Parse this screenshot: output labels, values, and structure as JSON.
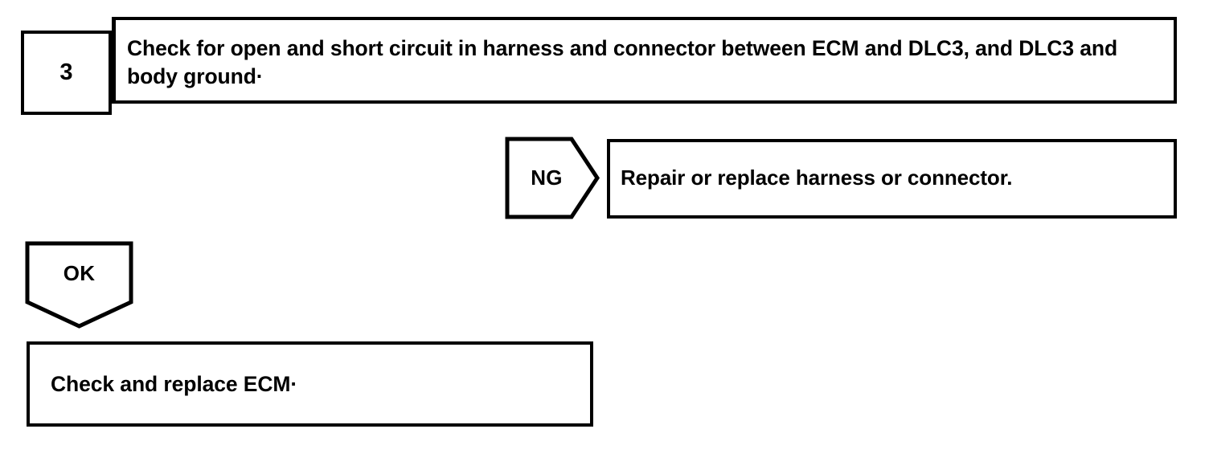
{
  "document": {
    "type": "diagnostic-flowchart",
    "background_color": "#ffffff",
    "line_color": "#000000",
    "text_color": "#000000"
  },
  "step": {
    "number": "3",
    "instruction": "Check for open and short circuit in harness and connector between ECM and DLC3, and DLC3 and body ground·"
  },
  "branches": {
    "ng": {
      "label": "NG",
      "shape": "right-pointing-pentagon",
      "result": "Repair or replace harness or connector."
    },
    "ok": {
      "label": "OK",
      "shape": "down-pointing-pentagon",
      "result": "Check and replace ECM·"
    }
  }
}
